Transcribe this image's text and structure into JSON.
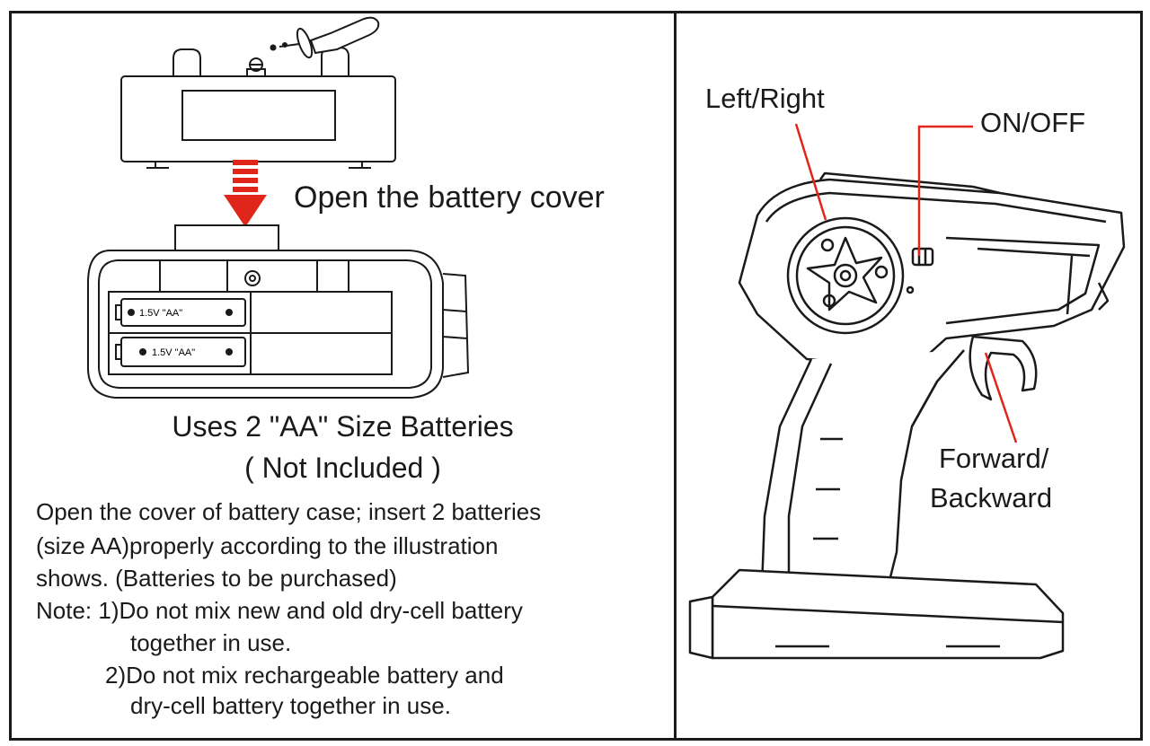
{
  "left_panel": {
    "step_caption": "Open the battery cover",
    "battery_title": "Uses 2 \"AA\" Size Batteries",
    "battery_subtitle": "( Not Included )",
    "battery_label": "1.5V  \"AA\"",
    "instructions": [
      "Open the cover of battery case; insert 2 batteries",
      "(size AA)properly according to the illustration",
      "shows. (Batteries to be purchased)",
      "Note:  1)Do not mix new and old dry-cell battery",
      "together in use.",
      "2)Do not mix rechargeable battery and",
      "dry-cell battery together in use."
    ]
  },
  "right_panel": {
    "labels": {
      "left_right": "Left/Right",
      "on_off": "ON/OFF",
      "forward": "Forward/",
      "backward": "Backward"
    }
  },
  "colors": {
    "line": "#1a1a1a",
    "accent_red": "#e0251b",
    "shade": "#e6e6e6"
  },
  "icons": [
    "screwdriver-icon",
    "screw-icon",
    "arrow-down-icon",
    "battery-icon",
    "steering-wheel-icon",
    "power-switch-icon",
    "trigger-icon"
  ]
}
